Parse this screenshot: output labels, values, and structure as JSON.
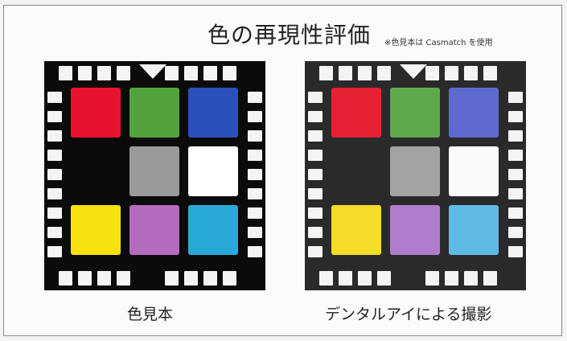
{
  "title": "色の再現性評価",
  "note": "※色見本は Casmatch を使用",
  "charts": [
    {
      "caption": "色見本",
      "base": "#0b0b0b",
      "patches": [
        [
          "#e8122e",
          "#53a33d",
          "#2a51b8"
        ],
        [
          null,
          "#9a9a9a",
          "#ffffff"
        ],
        [
          "#f7e10e",
          "#b46abd",
          "#2aa9d8"
        ]
      ]
    },
    {
      "caption": "デンタルアイによる撮影",
      "base": "#2a2a2a",
      "patches": [
        [
          "#e52133",
          "#5fa94c",
          "#5f6ad0"
        ],
        [
          null,
          "#a3a3a3",
          "#fafafa"
        ],
        [
          "#f5dc26",
          "#b07dcd",
          "#5fbbe6"
        ]
      ]
    }
  ]
}
